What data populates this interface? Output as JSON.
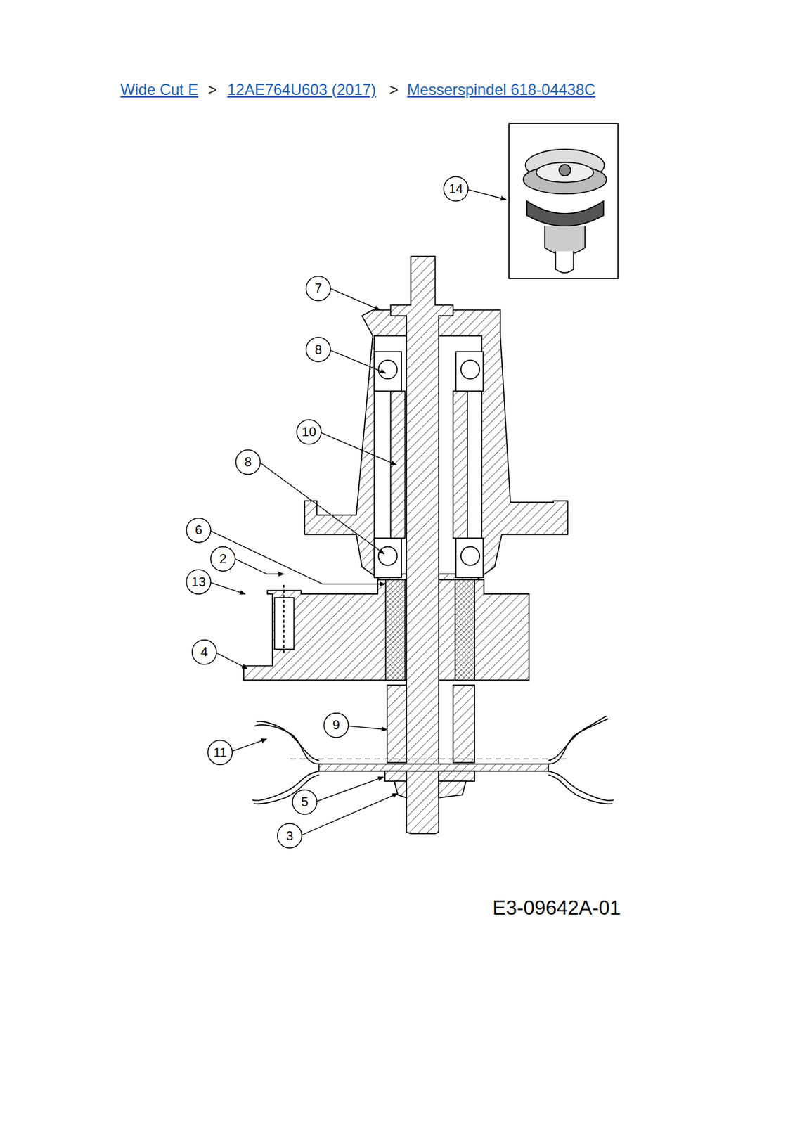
{
  "diagram": {
    "labels": [
      "Wide Cut E",
      ">",
      "12AE764U603 (2017)",
      ">",
      "Messerspindel 618-04438C",
      "14",
      "7",
      "8",
      "10",
      "8",
      "6",
      "2",
      "13",
      "4",
      "9",
      "11",
      "5",
      "3",
      "E3-09642A-01"
    ]
  }
}
